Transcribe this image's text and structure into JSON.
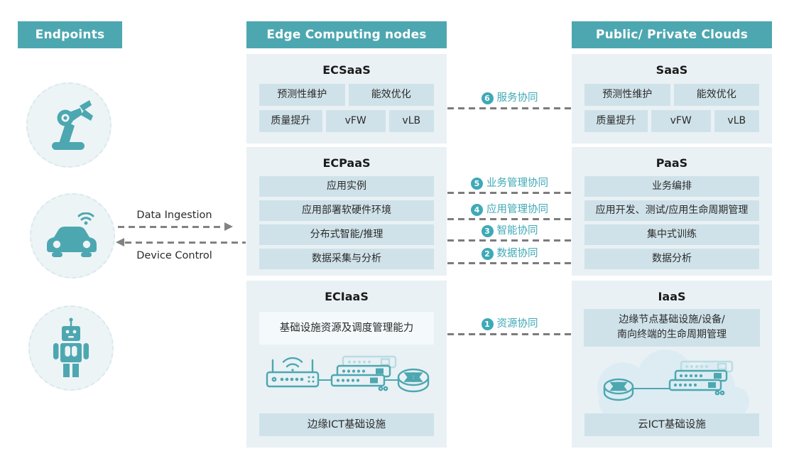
{
  "headers": {
    "endpoints": "Endpoints",
    "edge": "Edge Computing nodes",
    "clouds": "Public/ Private Clouds"
  },
  "flows": {
    "data_ingestion": "Data Ingestion",
    "device_control": "Device Control"
  },
  "edge": {
    "saas": {
      "title": "ECSaaS",
      "row1": [
        "预测性维护",
        "能效优化"
      ],
      "row2": [
        "质量提升",
        "vFW",
        "vLB"
      ]
    },
    "paas": {
      "title": "ECPaaS",
      "rows": [
        "应用实例",
        "应用部署软硬件环境",
        "分布式智能/推理",
        "数据采集与分析"
      ]
    },
    "iaas": {
      "title": "ECIaaS",
      "capability": "基础设施资源及调度管理能力",
      "infra": "边缘ICT基础设施"
    }
  },
  "clouds": {
    "saas": {
      "title": "SaaS",
      "row1": [
        "预测性维护",
        "能效优化"
      ],
      "row2": [
        "质量提升",
        "vFW",
        "vLB"
      ]
    },
    "paas": {
      "title": "PaaS",
      "rows": [
        "业务编排",
        "应用开发、测试/应用生命周期管理",
        "集中式训练",
        "数据分析"
      ]
    },
    "iaas": {
      "title": "IaaS",
      "capability_line1": "边缘节点基础设施/设备/",
      "capability_line2": "南向终端的生命周期管理",
      "infra": "云ICT基础设施"
    }
  },
  "collaborations": [
    {
      "num": "6",
      "label": "服务协同"
    },
    {
      "num": "5",
      "label": "业务管理协同"
    },
    {
      "num": "4",
      "label": "应用管理协同"
    },
    {
      "num": "3",
      "label": "智能协同"
    },
    {
      "num": "2",
      "label": "数据协同"
    },
    {
      "num": "1",
      "label": "资源协同"
    }
  ],
  "icons": {
    "endpoints": [
      "robot-arm-icon",
      "connected-car-icon",
      "robot-icon"
    ],
    "edge_infrastructure": [
      "wireless-ap-icon",
      "switch-stack-icon",
      "router-icon"
    ],
    "cloud_infrastructure": [
      "cloud-icon",
      "router-icon",
      "switch-stack-icon"
    ]
  },
  "colors": {
    "header_teal": "#4da7b0",
    "section_bg": "#e9f1f5",
    "chip_bg": "#cfe2e9",
    "capability_bg": "#f4fafc",
    "collab_accent": "#3fa9b6",
    "dash_gray": "#7c7c7c",
    "cloud_fill": "#ddecf3",
    "text_dark": "#2b2b2b"
  }
}
